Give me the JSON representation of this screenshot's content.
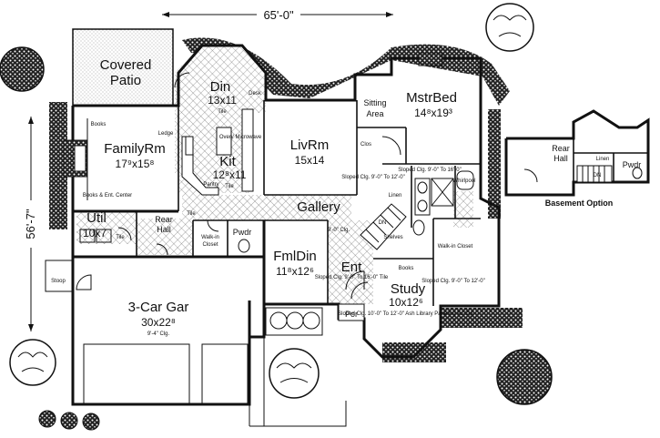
{
  "dimensions": {
    "width": "65'-0\"",
    "depth": "56'-7\""
  },
  "rooms": {
    "covered_patio": {
      "line1": "Covered",
      "line2": "Patio"
    },
    "din": {
      "name": "Din",
      "size": "13x11",
      "note": "Tile"
    },
    "familyrm": {
      "name": "FamilyRm",
      "size": "17⁹x15⁸"
    },
    "kit": {
      "name": "Kit",
      "size": "12⁸x11",
      "note": "Tile"
    },
    "livrm": {
      "name": "LivRm",
      "size": "15x14"
    },
    "mstrbed": {
      "name": "MstrBed",
      "size": "14⁸x19³"
    },
    "sitting": {
      "line1": "Sitting",
      "line2": "Area"
    },
    "gallery": {
      "name": "Gallery"
    },
    "util": {
      "name": "Util",
      "size": "10x7",
      "note": "Tile"
    },
    "rear_hall": {
      "line1": "Rear",
      "line2": "Hall"
    },
    "pwdr": {
      "name": "Pwdr"
    },
    "walkin": {
      "line1": "Walk-in",
      "line2": "Closet"
    },
    "fmldin": {
      "name": "FmlDin",
      "size": "11⁸x12⁶"
    },
    "ent": {
      "name": "Ent"
    },
    "study": {
      "name": "Study",
      "size": "10x12⁶"
    },
    "por": {
      "name": "Por"
    },
    "garage": {
      "name": "3-Car Gar",
      "size": "30x22⁸",
      "note": "9'-4\" Clg."
    }
  },
  "labels": {
    "books": "Books",
    "books_ent": "Books & Ent. Center",
    "ledge": "Ledge",
    "desk": "Desk",
    "oven_micro": "Oven/ Microwave",
    "pantry": "Pantry",
    "clos": "Clos",
    "tile": "Tile",
    "stoop": "Stoop",
    "shelves": "Shelves",
    "walkin_closet2": "Walk-in Closet",
    "sloped_clg_1": "Sloped Clg. 9'-0\" To 12'-0\"",
    "sloped_clg_2": "Sloped Clg. 9'-0\" To 16'-0\"",
    "sloped_clg_3": "Sloped Clg. 9'-0\" To 12'-0\"",
    "study_clg": "Sloped Clg. 10'-0\" To 12'-0\" Ash Library Paneling To Clg.",
    "ent_clg": "Sloped Clg. 9'-0\" To 16'-0\" Tile",
    "clg_9_0": "9'-0\" Clg.",
    "linen": "Linen",
    "whirlpool": "Whirlpool",
    "dn": "DN"
  },
  "basement_option": {
    "title": "Basement Option",
    "rear_hall_1": "Rear",
    "rear_hall_2": "Hall",
    "linen": "Linen",
    "pwdr": "Pwdr",
    "dn": "DN"
  }
}
